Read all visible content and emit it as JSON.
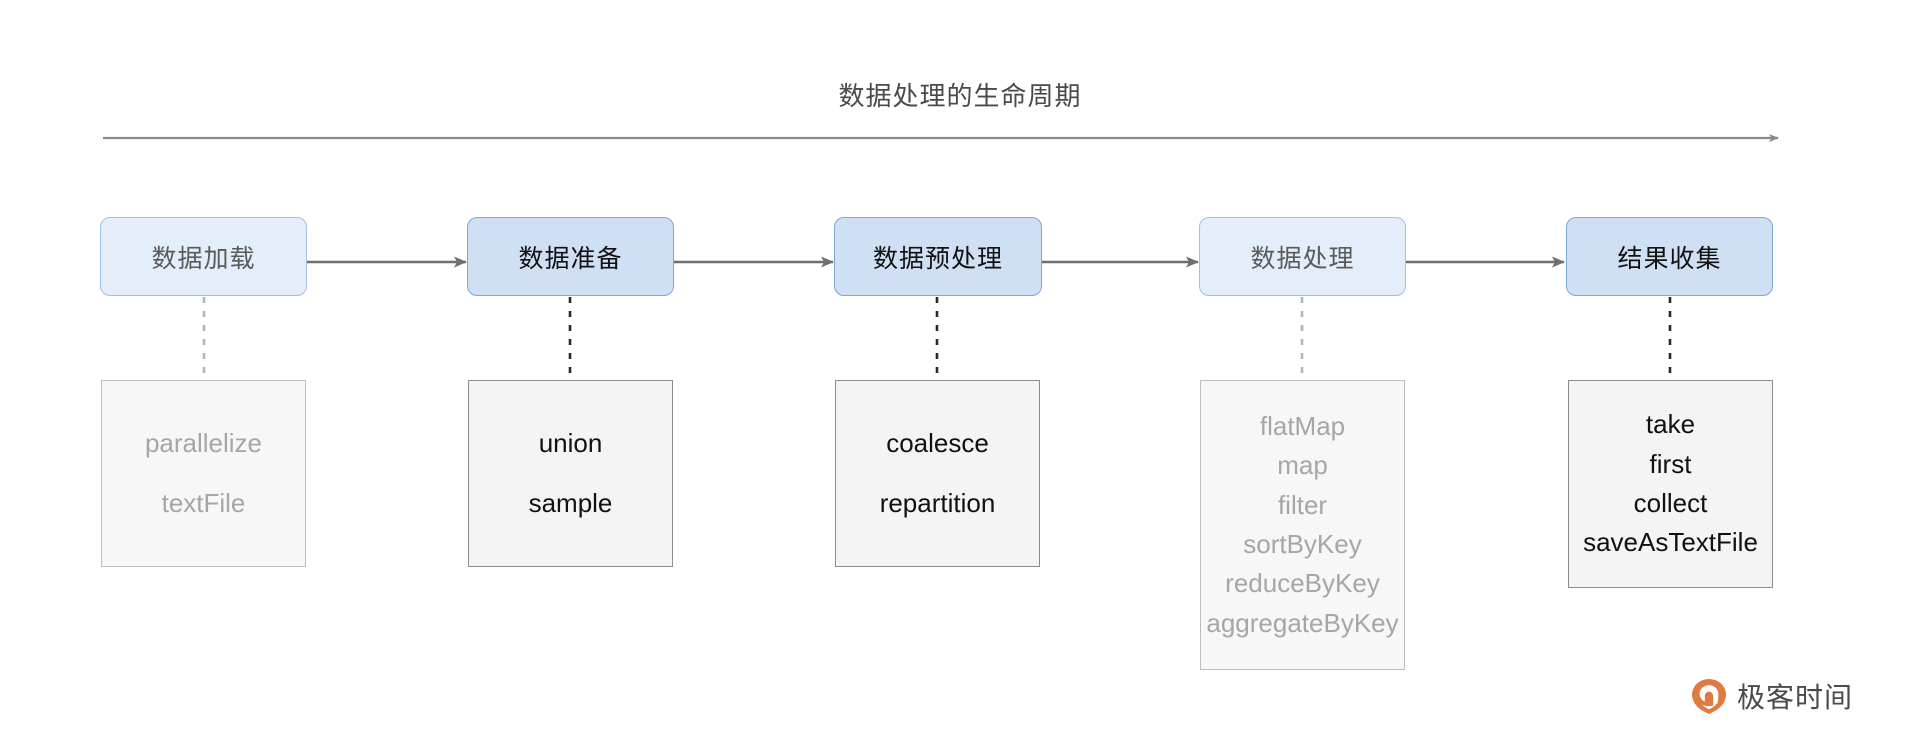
{
  "diagram": {
    "title": "数据处理的生命周期",
    "colors": {
      "timeline_arrow": "#8a8a8a",
      "stage_faded_fill": "#e4eefb",
      "stage_faded_border": "#9fc0e8",
      "stage_strong_fill": "#cfe0f5",
      "stage_strong_border": "#7aa8d8",
      "op_box_fill": "#f5f5f5",
      "op_box_border": "#9a9a9a",
      "faded_text": "#a6a6a6",
      "strong_text": "#111111",
      "connector_arrow": "#6f6f6f",
      "watermark_orange": "#e07a3f"
    },
    "stages": [
      {
        "id": "data-load",
        "label": "数据加载",
        "emphasis": "faded",
        "operators": [
          "parallelize",
          "textFile"
        ]
      },
      {
        "id": "data-prepare",
        "label": "数据准备",
        "emphasis": "strong",
        "operators": [
          "union",
          "sample"
        ]
      },
      {
        "id": "data-preprocess",
        "label": "数据预处理",
        "emphasis": "strong",
        "operators": [
          "coalesce",
          "repartition"
        ]
      },
      {
        "id": "data-process",
        "label": "数据处理",
        "emphasis": "faded",
        "operators": [
          "flatMap",
          "map",
          "filter",
          "sortByKey",
          "reduceByKey",
          "aggregateByKey"
        ]
      },
      {
        "id": "result-collect",
        "label": "结果收集",
        "emphasis": "strong",
        "operators": [
          "take",
          "first",
          "collect",
          "saveAsTextFile"
        ]
      }
    ]
  },
  "watermark": {
    "text": "极客时间",
    "logo_icon": "geekbang-logo-icon"
  }
}
